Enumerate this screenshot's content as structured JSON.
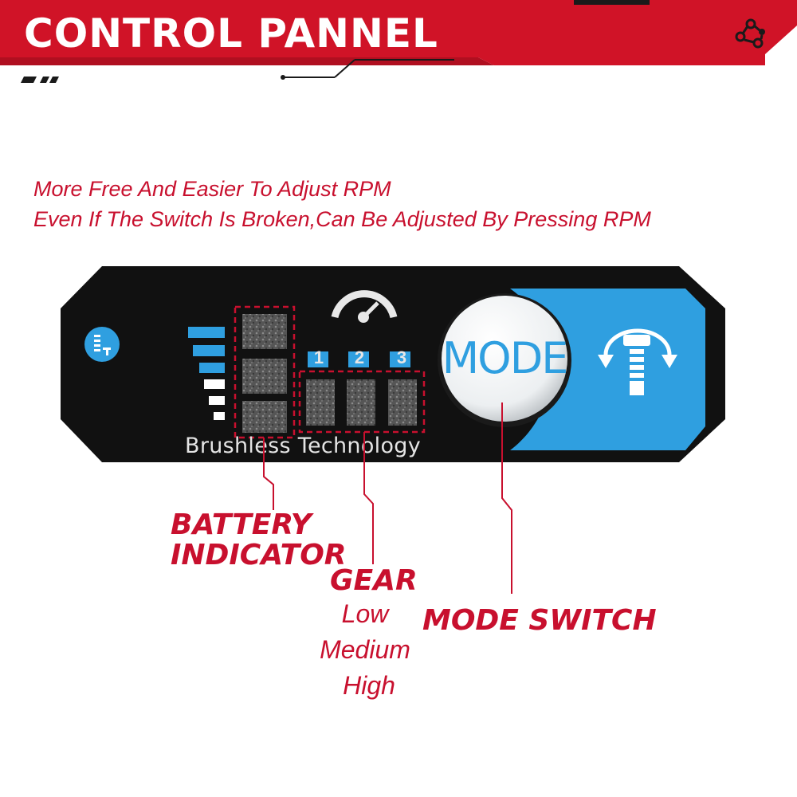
{
  "header": {
    "title": "CONTROL PANNEL",
    "accent_color": "#c8102e",
    "icon": "network-nodes-icon"
  },
  "tagline": {
    "line1": "More Free And Easier To Adjust RPM",
    "line2": "Even If The Switch Is Broken,Can Be Adjusted By Pressing RPM"
  },
  "panel": {
    "brand_text": "Brushless Technology",
    "mode_button_label": "MODE",
    "gear_channels": [
      "1",
      "2",
      "3"
    ],
    "panel_color": "#111111",
    "blue_color": "#2f9fe0",
    "icons": [
      "bolt-screw-icon",
      "speedometer-icon",
      "rotation-screw-icon"
    ]
  },
  "callouts": {
    "battery_line1": "BATTERY",
    "battery_line2": "INDICATOR",
    "gear_title": "GEAR",
    "gear_levels": [
      "Low",
      "Medium",
      "High"
    ],
    "mode_switch": "MODE SWITCH"
  }
}
